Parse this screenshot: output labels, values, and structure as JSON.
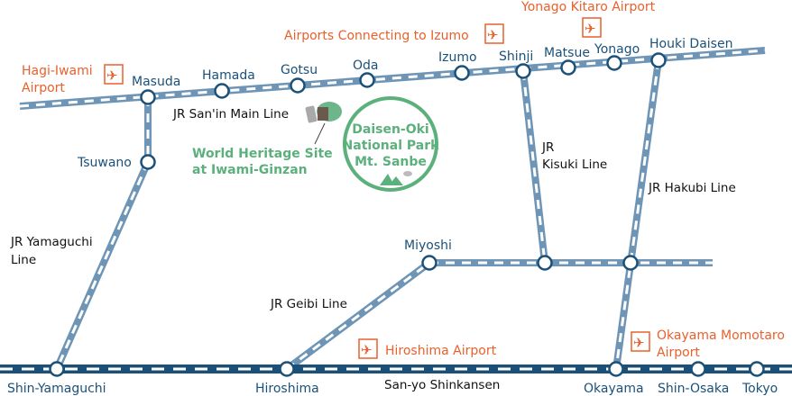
{
  "lines": {
    "san_in": "JR San'in Main Line",
    "yamaguchi": [
      "JR Yamaguchi",
      "Line"
    ],
    "kisuki": [
      "JR",
      "Kisuki Line"
    ],
    "hakubi": "JR Hakubi Line",
    "geibi": "JR Geibi Line",
    "shinkansen": "San-yo Shinkansen"
  },
  "stations": {
    "masuda": "Masuda",
    "hamada": "Hamada",
    "gotsu": "Gotsu",
    "oda": "Oda",
    "izumo": "Izumo",
    "shinji": "Shinji",
    "matsue": "Matsue",
    "yonago": "Yonago",
    "houki_daisen": "Houki Daisen",
    "tsuwano": "Tsuwano",
    "miyoshi": "Miyoshi",
    "shin_yamaguchi": "Shin-Yamaguchi",
    "hiroshima": "Hiroshima",
    "okayama": "Okayama",
    "shin_osaka": "Shin-Osaka",
    "tokyo": "Tokyo"
  },
  "airports": {
    "hagi_iwami": [
      "Hagi-Iwami",
      "Airport"
    ],
    "izumo": "Airports Connecting to Izumo",
    "yonago": "Yonago Kitaro Airport",
    "hiroshima": "Hiroshima Airport",
    "okayama": [
      "Okayama Momotaro",
      "Airport"
    ],
    "icon": "✈"
  },
  "landmarks": {
    "world_heritage": [
      "World Heritage Site",
      "at Iwami-Ginzan"
    ],
    "park": [
      "Daisen-Oki",
      "National Park",
      "Mt. Sanbe"
    ]
  },
  "colors": {
    "rail": "#6e95b5",
    "shinkansen": "#1b5179",
    "airport": "#e8612c",
    "heritage": "#5cb07c"
  }
}
